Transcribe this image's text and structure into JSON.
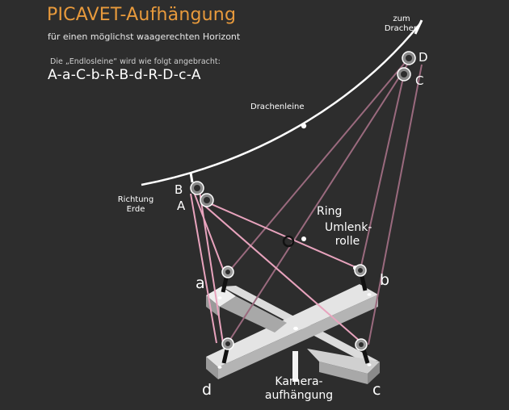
{
  "header": {
    "title": "PICAVET-Aufhängung",
    "subtitle": "für einen möglichst waagerechten Horizont",
    "note": "Die „Endlosleine“ wird wie folgt angebracht:",
    "sequence": "A-a-C-b-R-B-d-R-D-c-A"
  },
  "labels": {
    "to_kite_line1": "zum",
    "to_kite_line2": "Drachen",
    "kite_line": "Drachenleine",
    "direction_line1": "Richtung",
    "direction_line2": "Erde",
    "ring": "Ring",
    "pulley_line1": "Umlenk-",
    "pulley_line2": "rolle",
    "mount_line1": "Kamera-",
    "mount_line2": "aufhängung"
  },
  "points": {
    "A": "A",
    "B": "B",
    "C": "C",
    "D": "D",
    "a": "a",
    "b": "b",
    "c": "c",
    "d": "d"
  },
  "colors": {
    "background": "#2d2d2d",
    "title": "#e89a3c",
    "line_pink": "#e8a3bd",
    "line_dark_pink": "#9a6a7e",
    "cross_top": "#d8d8d8",
    "cross_side": "#8e8e8e"
  }
}
